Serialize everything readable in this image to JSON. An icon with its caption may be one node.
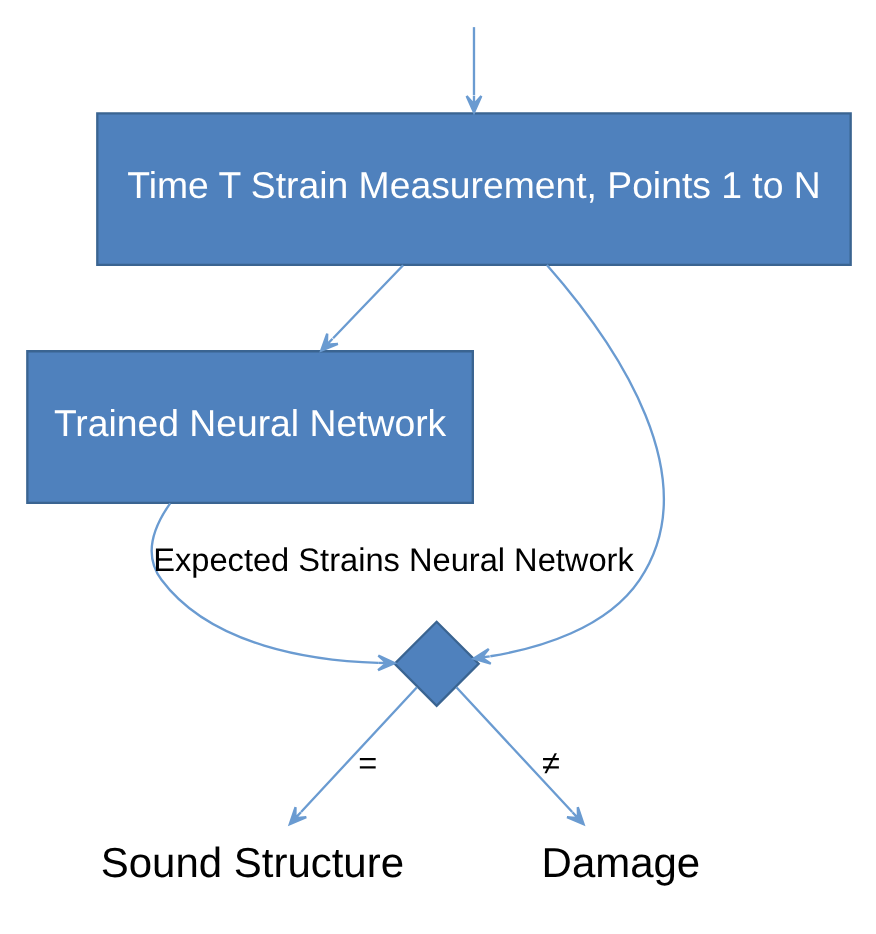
{
  "diagram": {
    "nodes": [
      {
        "text": [
          "Time T Strain Measurement, Points 1 to N"
        ]
      },
      {
        "text": [
          "Trained Neural Network"
        ]
      },
      {
        "text": [],
        "shape": "diamond"
      },
      {
        "text": [
          "Sound Structure"
        ]
      },
      {
        "text": [
          "Damage"
        ]
      }
    ],
    "edges": [
      {
        "from": null,
        "to": 0,
        "arrow": "to"
      },
      {
        "from": 0,
        "to": 1,
        "arrow": "to"
      },
      {
        "from": 0,
        "to": 2,
        "arrow": "to"
      },
      {
        "from": 1,
        "to": 2,
        "arrow": "to",
        "label": "Expected Strains Neural Network"
      },
      {
        "from": 2,
        "to": 3,
        "arrow": "to",
        "label": "="
      },
      {
        "from": 2,
        "to": 4,
        "arrow": "to",
        "label": "≠"
      }
    ]
  }
}
